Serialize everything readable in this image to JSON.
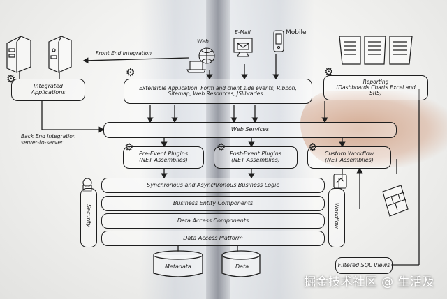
{
  "diagram": {
    "front_end_integration": "Front End Integration",
    "clients": {
      "web": "Web",
      "email": "E-Mail",
      "mobile": "Mobile"
    },
    "integrated_applications": "Integrated\nApplications",
    "back_end_integration": "Back End Integration\nserver-to-server",
    "extensible_application": "Extensible Application  Form and client side events, Ribbon,\nSitemap, Web Resources, JSlibraries...",
    "reporting": "Reporting\n(Dashboards Charts Excel and\nSRS)",
    "web_services": "Web Services",
    "pre_event_plugins": "Pre-Event Plugins\n(NET Assemblies)",
    "post_event_plugins": "Post-Event Plugins\n(NET Assemblies)",
    "custom_workflow": "Custom Workflow\n(NET Assemblies)",
    "business_logic": "Synchronous and Asynchronous Business Logic",
    "business_entity": "Business Entity Components",
    "data_access": "Data Access Components",
    "data_access_platform": "Data Access Platform",
    "security": "Security",
    "workflow": "Workflow",
    "metadata": "Metadata",
    "data": "Data",
    "filtered_sql_views": "Filtered SQL Views"
  },
  "watermark": "掘金技术社区 @ 生活及"
}
